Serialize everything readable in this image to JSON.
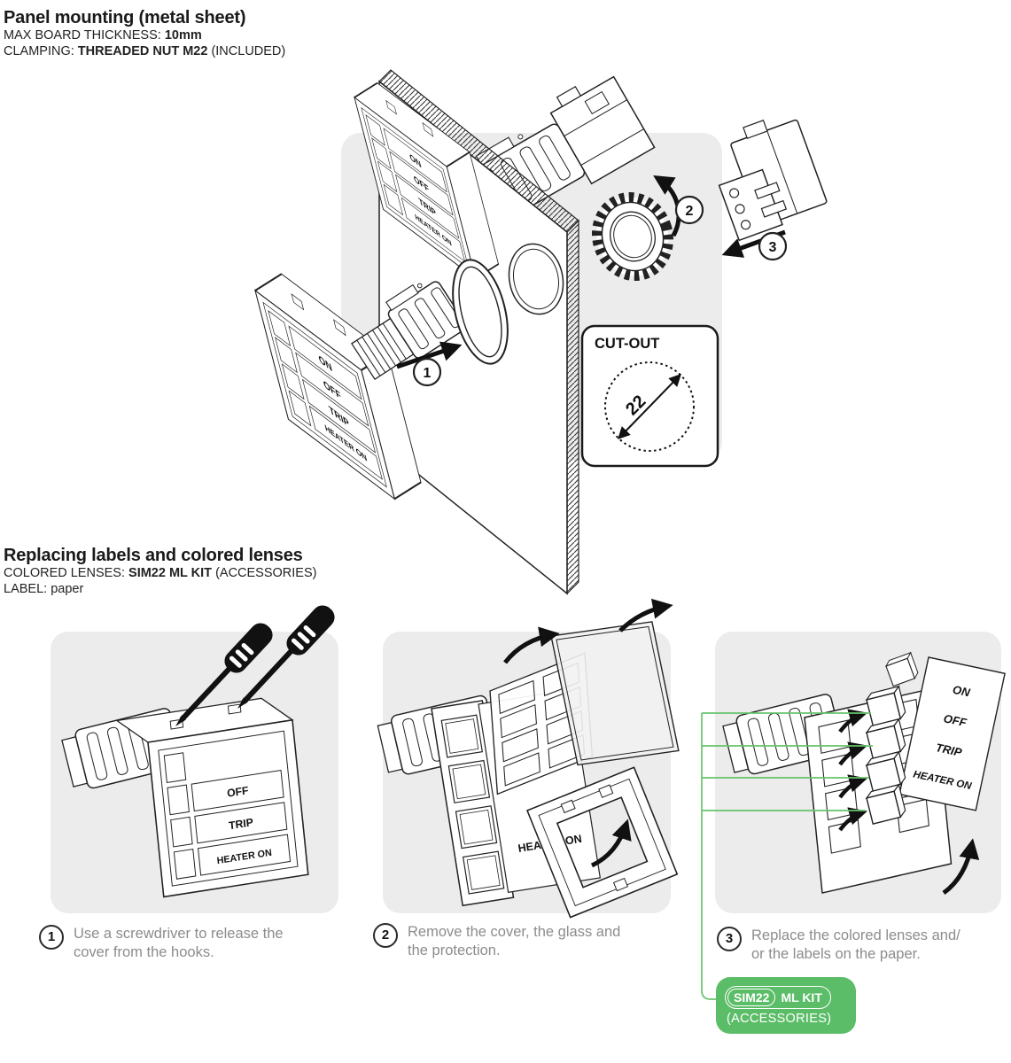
{
  "colors": {
    "accent_green": "#5cbd68",
    "green_line": "#67c36b",
    "panel_gray": "#ececec",
    "caption_gray": "#8c8c8c",
    "ink": "#1c1c1c"
  },
  "section_mounting": {
    "title": "Panel mounting (metal sheet)",
    "spec1_label": "MAX BOARD THICKNESS:",
    "spec1_value": "10mm",
    "spec2_label": "CLAMPING:",
    "spec2_value": "THREADED NUT M22",
    "spec2_suffix": "(INCLUDED)",
    "step1": "1",
    "step2": "2",
    "step3": "3",
    "cutout": {
      "title": "CUT-OUT",
      "diameter": "22"
    }
  },
  "device_labels": {
    "on": "ON",
    "off": "OFF",
    "trip": "TRIP",
    "heater": "HEATER ON"
  },
  "section_replacing": {
    "title": "Replacing labels and colored lenses",
    "spec1_label": "COLORED LENSES:",
    "spec1_value": "SIM22 ML KIT",
    "spec1_suffix": "(ACCESSORIES)",
    "spec2_label": "LABEL:",
    "spec2_value": "paper",
    "steps": [
      {
        "num": "1",
        "line1": "Use a screwdriver to release the",
        "line2": "cover from the hooks."
      },
      {
        "num": "2",
        "line1": "Remove the cover, the glass and",
        "line2": "the protection."
      },
      {
        "num": "3",
        "line1": "Replace the colored lenses and/",
        "line2": "or the labels on the paper."
      }
    ],
    "badge": {
      "product": "SIM22",
      "kit": "ML KIT",
      "note": "(ACCESSORIES)"
    }
  }
}
